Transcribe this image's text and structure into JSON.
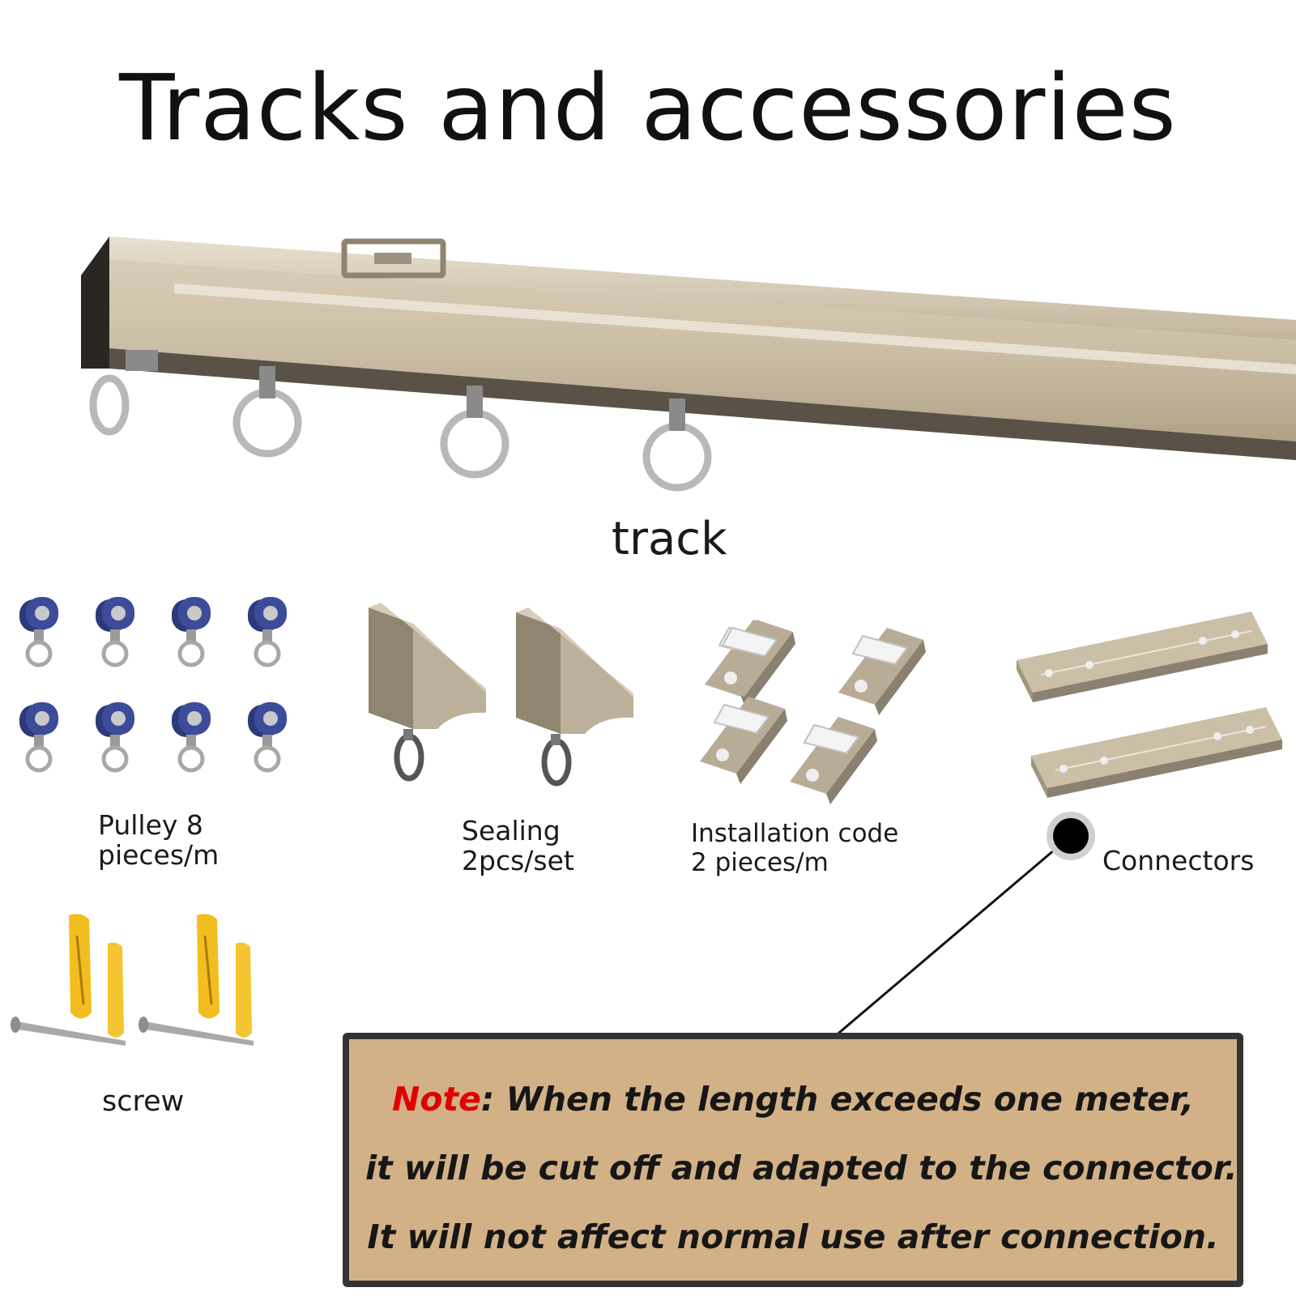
{
  "title": "Tracks and accessories",
  "labels": {
    "track": "track",
    "pulley": "Pulley 8\npieces/m",
    "sealing": "Sealing\n2pcs/set",
    "installation": "Installation code\n2 pieces/m",
    "connectors": "Connectors",
    "screw": "screw"
  },
  "note": {
    "keyword": "Note",
    "line1_rest": ": When the length exceeds one meter,",
    "line2": "it will be cut off and adapted to the connector.",
    "line3": "It will not affect normal use after connection."
  },
  "colors": {
    "track_metal": "#c9bca6",
    "note_bg": "#d3b187",
    "note_border": "#333333",
    "note_keyword": "#e00000",
    "pulley_wheel": "#2c3a7a",
    "anchor_plug": "#f2bd1f"
  },
  "icons": [
    "track-rail-icon",
    "pulley-icon",
    "sealing-cap-icon",
    "installation-clip-icon",
    "connector-plate-icon",
    "screw-anchor-icon"
  ]
}
